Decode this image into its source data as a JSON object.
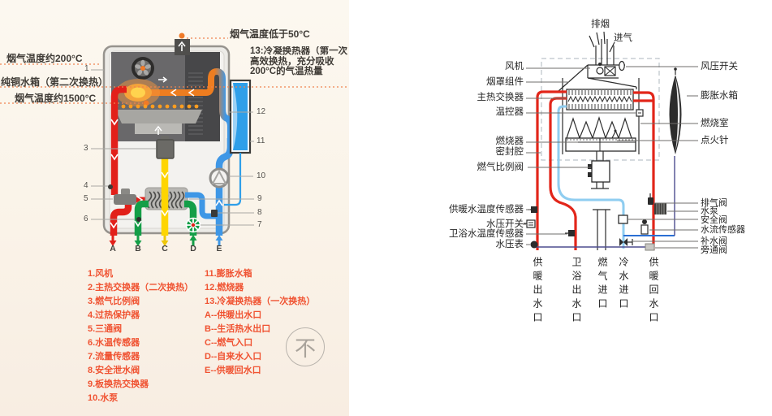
{
  "left_figure": {
    "annotations": {
      "flue_temp_low": "烟气温度低于50°C",
      "flue_temp_200": "烟气温度约200°C",
      "copper_tank": "纯铜水箱（第二次换热）",
      "flue_temp_1500": "烟气温度约1500°C",
      "condenser_line1": "13:冷凝换热器（第一次",
      "condenser_line2": "高效换热，充分吸收",
      "condenser_line3": "200°C的气温热量"
    },
    "marker_numbers": [
      "1",
      "3",
      "4",
      "5",
      "6",
      "7",
      "8",
      "9",
      "10",
      "11",
      "12"
    ],
    "port_letters": [
      "A",
      "B",
      "C",
      "D",
      "E"
    ],
    "legend": {
      "col1": [
        "1.风机",
        "2.主热交换器（二次换热）",
        "3.燃气比例阀",
        "4.过热保护器",
        "5.三通阀",
        "6.水温传感器",
        "7.流量传感器",
        "8.安全泄水阀",
        "9.板换热交换器",
        "10.水泵"
      ],
      "col2": [
        "11.膨胀水箱",
        "12.燃烧器",
        "13.冷凝换热器（一次换热）",
        "A--供暖出水口",
        "B--生活热水出口",
        "C--燃气入口",
        "D--自来水入口",
        "E--供暖回水口"
      ]
    },
    "watermark": "不"
  },
  "right_figure": {
    "top_labels": {
      "exhaust": "排烟",
      "intake": "进气"
    },
    "left_labels": [
      "风机",
      "烟罩组件",
      "主热交换器",
      "温控器",
      "燃烧器",
      "密封腔",
      "燃气比例阀",
      "供暖水温度传感器",
      "水压开关",
      "卫浴水温度传感器",
      "水压表"
    ],
    "right_labels": [
      "风压开关",
      "膨胀水箱",
      "燃烧室",
      "点火针",
      "排气阀",
      "水泵",
      "安全阀",
      "水流传感器",
      "补水阀",
      "旁通阀"
    ],
    "bottom_labels": [
      "供暖出水口",
      "卫浴出水口",
      "燃气进口",
      "冷水进口",
      "供暖回水口"
    ]
  },
  "colors": {
    "legend_text": "#f05332",
    "annotation_dotted": "#ef8350",
    "pipe_red": "#e2201a",
    "pipe_green": "#149e48",
    "pipe_yellow": "#fed501",
    "pipe_blue": "#3e97e6",
    "schematic_red": "#e2261a",
    "schematic_lightblue": "#8fcdf0",
    "schematic_blue": "#2a6fd4"
  }
}
